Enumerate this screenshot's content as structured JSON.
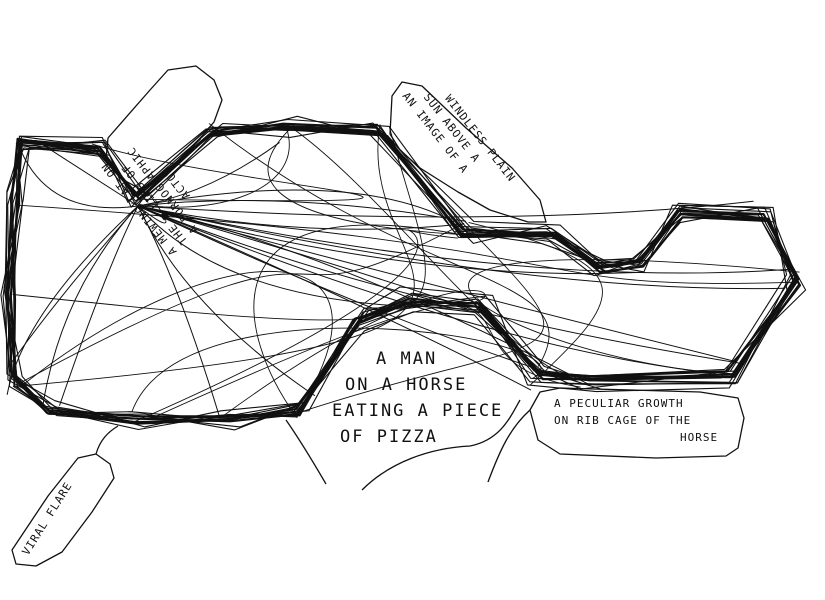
{
  "drawing": {
    "ink_color": "#111111",
    "paper_color": "#ffffff"
  },
  "captions": {
    "main": [
      "A MAN",
      "ON A HORSE",
      "EATING A PIECE",
      "OF PIZZA"
    ],
    "growth": [
      "A PECULIAR GROWTH",
      "ON RIB CAGE OF THE",
      "HORSE"
    ],
    "sun": [
      "AN IMAGE OF A",
      "SUN ABOVE A",
      "WINDLESS PLAIN"
    ],
    "cat": [
      "A MEWING CAT ON",
      "THE ■ LIMB OF",
      "A PORNOGRAPHIC",
      "ACTOR"
    ],
    "flare": [
      "VIRAL FLARE"
    ]
  }
}
